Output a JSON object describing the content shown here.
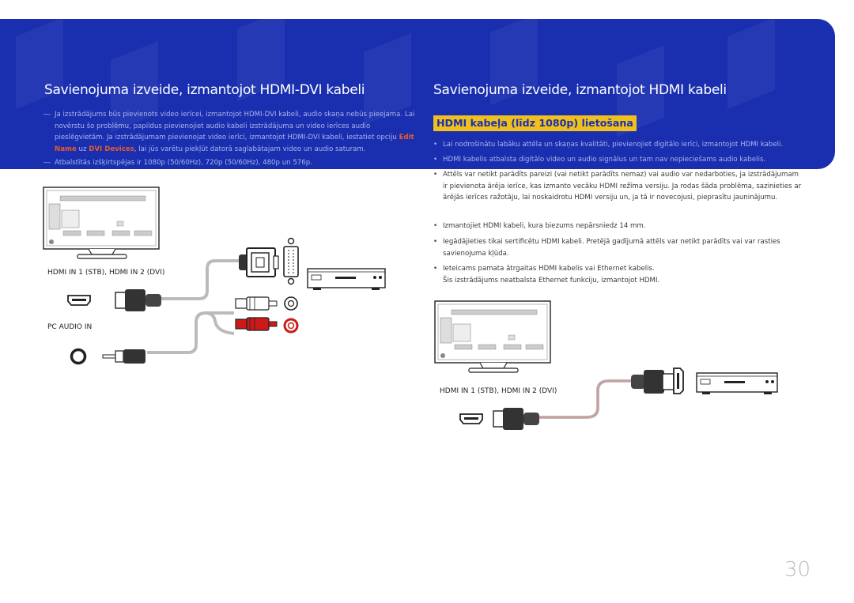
{
  "left": {
    "title": "Savienojuma izveide, izmantojot HDMI-DVI kabeli",
    "note1": {
      "dash": "―",
      "before": "Ja izstrādājums būs pievienots video ierīcei, izmantojot HDMI-DVI kabeli, audio skaņa nebūs pieejama. Lai novērstu šo problēmu, papildus pievienojiet audio kabeli izstrādājuma un video ierīces audio pieslēgvietām. Ja izstrādājumam pievienojat video ierīci, izmantojot HDMI-DVI kabeli, iestatiet opciju",
      "hl1": "Edit Name",
      "mid": "uz",
      "hl2": "DVI Devices",
      "after": ", lai jūs varētu piekļūt datorā saglabātajam video un audio saturam."
    },
    "note2": {
      "dash": "―",
      "text": "Atbalstītās izšķirtspējas ir 1080p (50/60Hz), 720p (50/60Hz), 480p un 576p."
    },
    "port_label_hdmi": "HDMI IN 1 (STB), HDMI IN 2 (DVI)",
    "port_label_audio": "PC AUDIO IN"
  },
  "right": {
    "title": "Savienojuma izveide, izmantojot HDMI kabeli",
    "subtitle": "HDMI kabeļa (līdz 1080p) lietošana",
    "bullets": [
      "Lai nodrošinātu labāku attēla un skaņas kvalitāti, pievienojiet digitālo ierīci, izmantojot HDMI kabeli.",
      "HDMI kabelis atbalsta digitālo video un audio signālus un tam nav nepieciešams audio kabelis.",
      "Attēls var netikt parādīts pareizi (vai netikt parādīts nemaz) vai audio var nedarboties, ja izstrādājumam ir pievienota ārēja ierīce, kas izmanto vecāku HDMI režīma versiju. Ja rodas šāda problēma, sazinieties ar ārējās ierīces ražotāju, lai noskaidrotu HDMI versiju un, ja tā ir novecojusi, pieprasītu jauninājumu.",
      "Izmantojiet HDMI kabeli, kura biezums nepārsniedz 14 mm.",
      "Iegādājieties tikai sertificētu HDMI kabeli. Pretējā gadījumā attēls var netikt parādīts vai var rasties savienojuma kļūda.",
      "Ieteicams pamata ātrgaitas HDMI kabelis vai Ethernet kabelis.",
      "Šis izstrādājums neatbalsta Ethernet funkciju, izmantojot HDMI."
    ],
    "bullet_dot": "•",
    "port_label_hdmi": "HDMI IN 1 (STB), HDMI IN 2 (DVI)"
  },
  "page_number": "30",
  "colors": {
    "band": "#1a2fb0",
    "title": "#ffffff",
    "highlight_bg": "#f0c01e",
    "highlight_text": "#1a2fb0",
    "orange": "#e85a2a",
    "red_jack": "#cc1a1a"
  }
}
